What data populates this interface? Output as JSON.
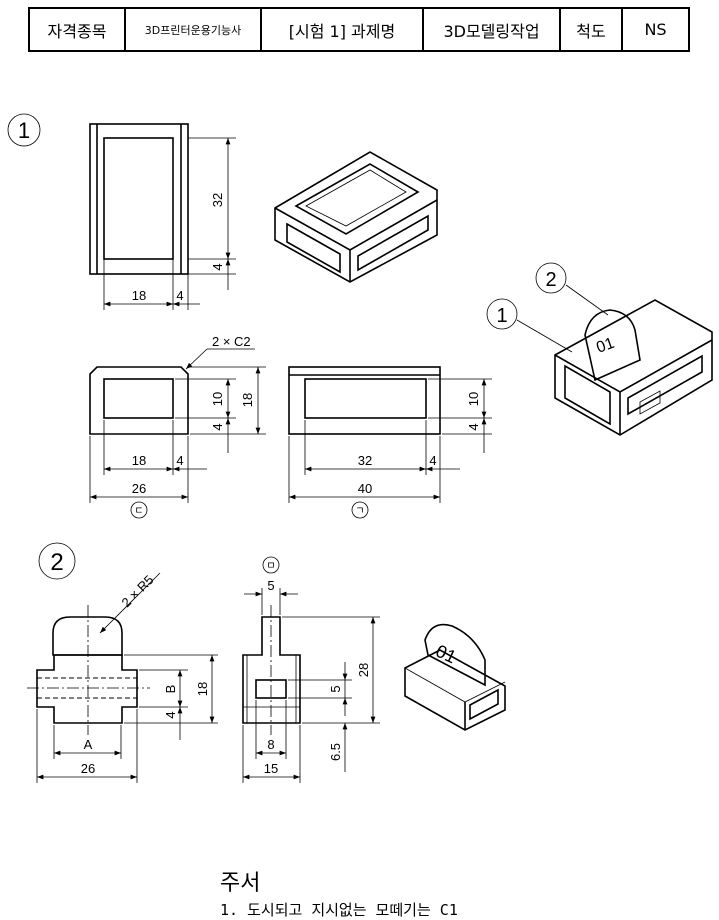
{
  "header": {
    "qualification_label": "자격종목",
    "qualification_value": "3D프린터운용기능사",
    "task_label": "[시험 1] 과제명",
    "task_value": "3D모델링작업",
    "scale_label": "척도",
    "scale_value": "NS"
  },
  "part1": {
    "balloon": "1",
    "top_view": {
      "dim_height": "32",
      "dim_wall_v": "4",
      "dim_width": "18",
      "dim_wall_h": "4"
    },
    "front_view": {
      "chamfer": "2 × C2",
      "dim_inner_h": "10",
      "dim_wall_v": "4",
      "dim_height": "18",
      "dim_inner_w": "18",
      "dim_wall_h": "4",
      "dim_width": "26",
      "view_mark": "ㄷ"
    },
    "side_view": {
      "dim_inner_h": "10",
      "dim_wall_v": "4",
      "dim_inner_w": "32",
      "dim_wall_h": "4",
      "dim_width": "40",
      "view_mark": "ㄱ"
    }
  },
  "assembly": {
    "balloon_1": "1",
    "balloon_2": "2",
    "engraving": "01"
  },
  "part2": {
    "balloon": "2",
    "front_view": {
      "radius": "2 × R5",
      "dim_b": "B",
      "dim_wall": "4",
      "dim_height": "18",
      "dim_a": "A",
      "dim_width": "26"
    },
    "side_view": {
      "view_mark": "ㅁ",
      "dim_tab": "5",
      "dim_height": "28",
      "dim_slot_h": "5",
      "dim_offset": "6.5",
      "dim_slot_w": "8",
      "dim_width": "15"
    },
    "engraving": "01"
  },
  "notes": {
    "title": "주서",
    "items": [
      "1. 도시되고 지시없는 모떼기는 C1"
    ]
  }
}
